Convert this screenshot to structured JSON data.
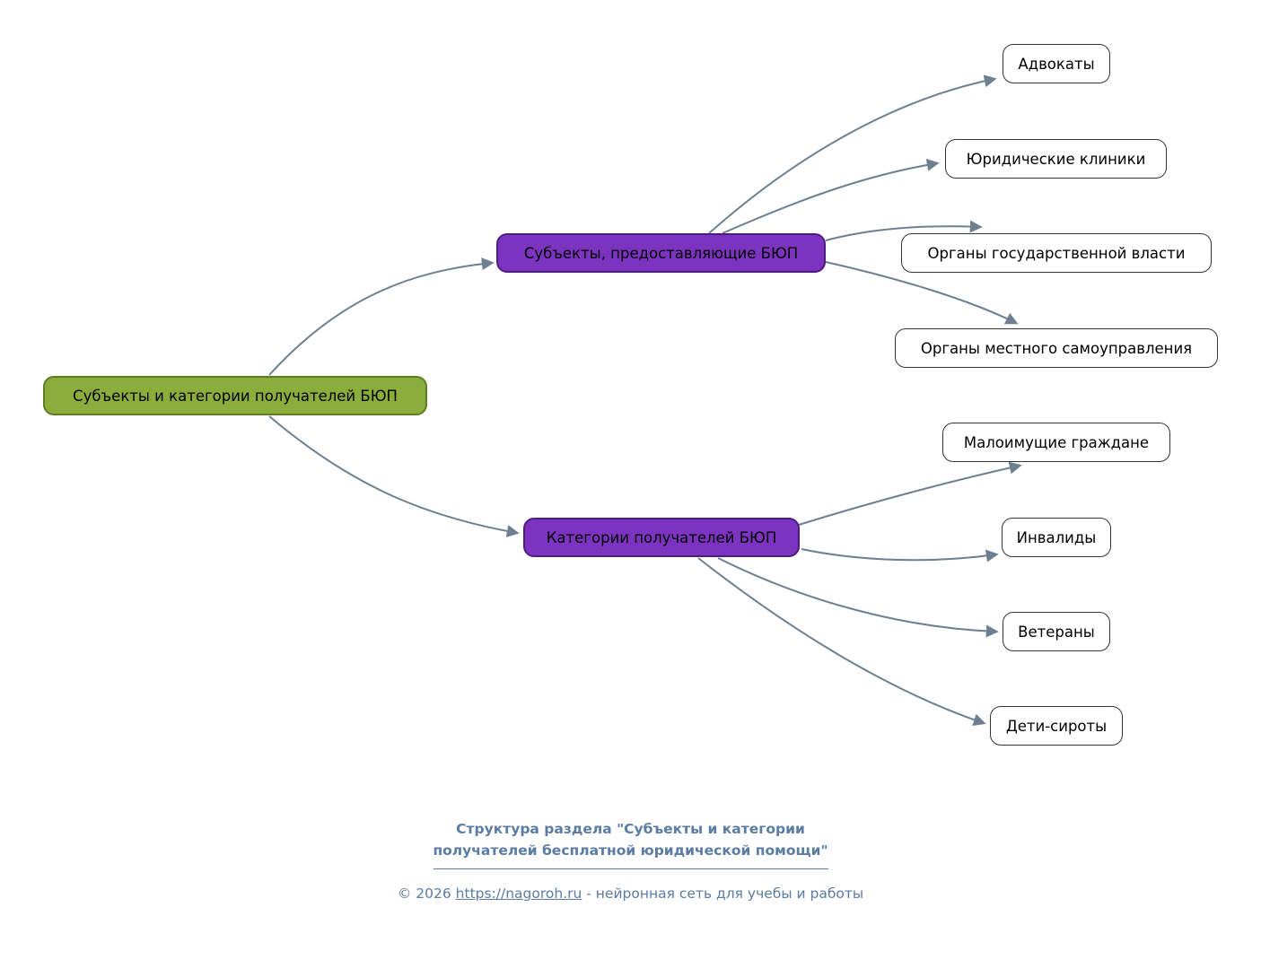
{
  "mindmap": {
    "root": {
      "label": "Субъекты и категории получателей БЮП"
    },
    "branches": [
      {
        "label": "Субъекты, предоставляющие БЮП",
        "children": [
          {
            "label": "Адвокаты"
          },
          {
            "label": "Юридические клиники"
          },
          {
            "label": "Органы государственной власти"
          },
          {
            "label": "Органы местного самоуправления"
          }
        ]
      },
      {
        "label": "Категории получателей БЮП",
        "children": [
          {
            "label": "Малоимущие граждане"
          },
          {
            "label": "Инвалиды"
          },
          {
            "label": "Ветераны"
          },
          {
            "label": "Дети-сироты"
          }
        ]
      }
    ]
  },
  "footer": {
    "title_line1": "Структура раздела \"Субъекты и категории",
    "title_line2": "получателей бесплатной юридической помощи\"",
    "copyright_prefix": "© 2026 ",
    "link": "https://nagoroh.ru",
    "copyright_suffix": " - нейронная сеть для учебы и работы"
  },
  "colors": {
    "root_fill": "#8aad3c",
    "root_border": "#5c7d20",
    "branch_fill": "#7c34c0",
    "branch_border": "#4e1d82",
    "leaf_fill": "#ffffff",
    "leaf_border": "#333333",
    "edge_color": "#6e8090",
    "footer_color": "#5b7ca3",
    "node_text": "#000000"
  }
}
